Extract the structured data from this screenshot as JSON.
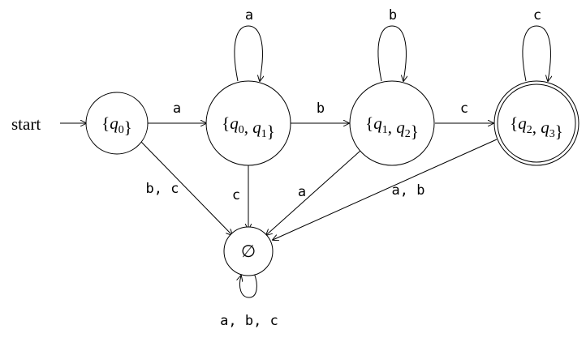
{
  "start_label": "start",
  "states": {
    "s0": {
      "label": "{q0}"
    },
    "s01": {
      "label": "{q0, q1}"
    },
    "s12": {
      "label": "{q1, q2}"
    },
    "s23": {
      "label": "{q2, q3}",
      "accepting": true
    },
    "empty": {
      "label": "∅"
    }
  },
  "edges": {
    "s0_s01": "a",
    "s01_s12": "b",
    "s12_s23": "c",
    "loop_s01": "a",
    "loop_s12": "b",
    "loop_s23": "c",
    "s0_empty": "b, c",
    "s01_empty": "c",
    "s12_empty": "a",
    "s23_empty": "a, b",
    "loop_empty": "a, b, c"
  }
}
